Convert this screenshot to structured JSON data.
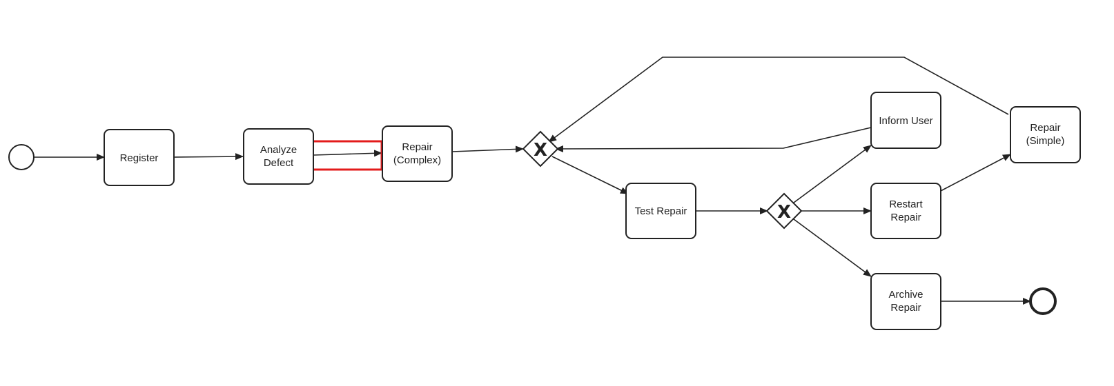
{
  "diagram": {
    "colors": {
      "stroke": "#222222",
      "background": "#ffffff",
      "highlight": "#e31b1b"
    },
    "start_event": {
      "icon": "start-event-circle"
    },
    "end_event": {
      "icon": "end-event-circle"
    },
    "tasks": {
      "register": {
        "lines": [
          "Register"
        ]
      },
      "analyze_defect": {
        "lines": [
          "Analyze",
          "Defect"
        ]
      },
      "repair_complex": {
        "lines": [
          "Repair",
          "(Complex)"
        ]
      },
      "test_repair": {
        "lines": [
          "Test Repair"
        ]
      },
      "inform_user": {
        "lines": [
          "Inform User"
        ]
      },
      "restart_repair": {
        "lines": [
          "Restart",
          "Repair"
        ]
      },
      "archive_repair": {
        "lines": [
          "Archive",
          "Repair"
        ]
      },
      "repair_simple": {
        "lines": [
          "Repair",
          "(Simple)"
        ]
      }
    },
    "gateways": {
      "merge": {
        "mark": "X",
        "type": "exclusive"
      },
      "decision": {
        "mark": "X",
        "type": "exclusive"
      }
    },
    "flows": [
      {
        "from": "start",
        "to": "register"
      },
      {
        "from": "register",
        "to": "analyze_defect"
      },
      {
        "from": "analyze_defect",
        "to": "repair_complex",
        "highlighted": true
      },
      {
        "from": "repair_complex",
        "to": "merge"
      },
      {
        "from": "inform_user",
        "to": "merge"
      },
      {
        "from": "repair_simple",
        "to": "merge"
      },
      {
        "from": "merge",
        "to": "test_repair"
      },
      {
        "from": "test_repair",
        "to": "decision"
      },
      {
        "from": "decision",
        "to": "inform_user"
      },
      {
        "from": "decision",
        "to": "restart_repair"
      },
      {
        "from": "decision",
        "to": "archive_repair"
      },
      {
        "from": "restart_repair",
        "to": "repair_simple"
      },
      {
        "from": "archive_repair",
        "to": "end"
      }
    ]
  }
}
